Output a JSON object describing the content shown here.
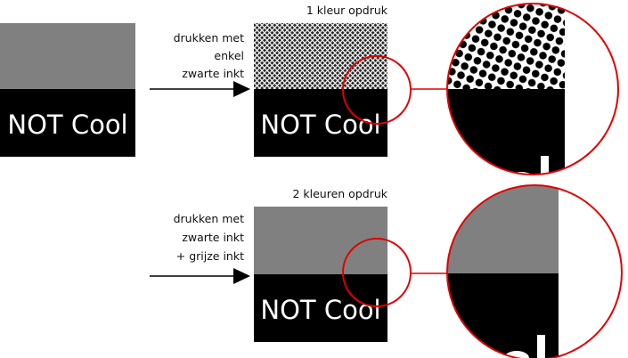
{
  "logo_text": "NOT Cool",
  "row1": {
    "title": "1 kleur opdruk",
    "description": [
      "drukken met",
      "enkel",
      "zwarte inkt"
    ]
  },
  "row2": {
    "title": "2 kleuren opdruk",
    "description": [
      "drukken met",
      "zwarte inkt",
      "+ grijze inkt"
    ]
  },
  "colors": {
    "gray": "#808080",
    "black": "#000000",
    "highlight": "#e00000"
  }
}
